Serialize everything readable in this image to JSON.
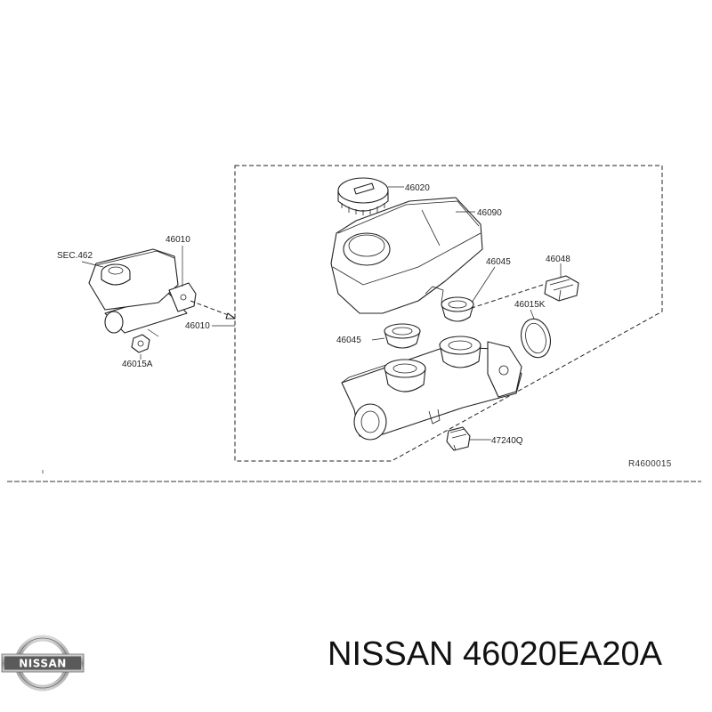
{
  "diagram": {
    "labels": {
      "sec462": "SEC.462",
      "p46010_top": "46010",
      "p46010_side": "46010",
      "p46015a": "46015A",
      "p46020": "46020",
      "p46090": "46090",
      "p46045_upper": "46045",
      "p46045_lower": "46045",
      "p46048": "46048",
      "p46015k": "46015K",
      "p47240q": "47240Q"
    },
    "drawing_code": "R4600015"
  },
  "caption": {
    "text": "NISSAN 46020EA20A"
  },
  "logo": {
    "text": "NISSAN",
    "color": "#555555"
  },
  "colors": {
    "line": "#222222",
    "background": "#ffffff"
  }
}
